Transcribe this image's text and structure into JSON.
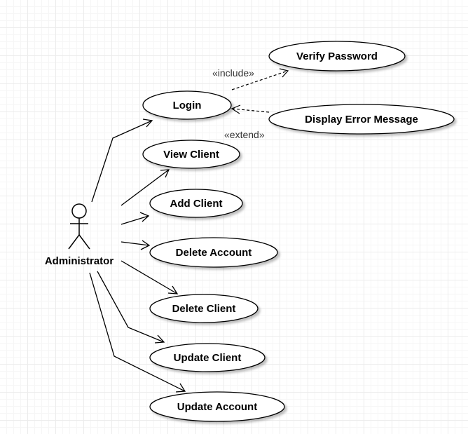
{
  "actor": {
    "name": "Administrator"
  },
  "use_cases": {
    "verify_password": "Verify Password",
    "login": "Login",
    "display_error": "Display Error Message",
    "view_client": "View Client",
    "add_client": "Add Client",
    "delete_account": "Delete Account",
    "delete_client": "Delete Client",
    "update_client": "Update Client",
    "update_account": "Update Account"
  },
  "relations": {
    "include": "«include»",
    "extend": "«extend»"
  }
}
